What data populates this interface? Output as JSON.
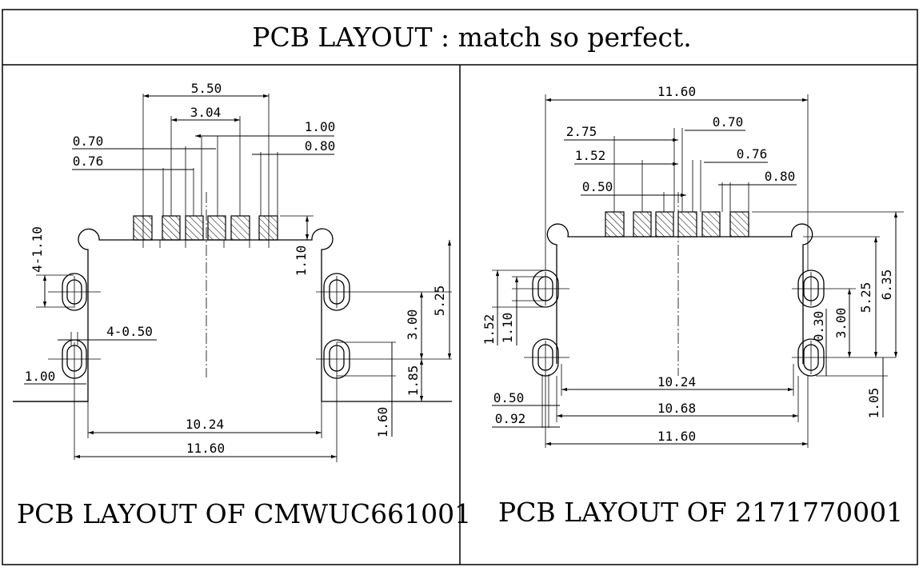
{
  "title": "PCB LAYOUT : match so perfect.",
  "left": {
    "caption": "PCB LAYOUT OF CMWUC661001",
    "dims": {
      "d550": "5.50",
      "d304": "3.04",
      "d100": "1.00",
      "d080": "0.80",
      "d070": "0.70",
      "d076": "0.76",
      "d4110": "4-1.10",
      "d110": "1.10",
      "d450": "4-0.50",
      "d100b": "1.00",
      "d525": "5.25",
      "d300": "3.00",
      "d185": "1.85",
      "d160": "1.60",
      "d1024": "10.24",
      "d1160": "11.60"
    }
  },
  "right": {
    "caption": "PCB LAYOUT OF 2171770001",
    "dims": {
      "d1160t": "11.60",
      "d275": "2.75",
      "d070": "0.70",
      "d152": "1.52",
      "d076": "0.76",
      "d050t": "0.50",
      "d080": "0.80",
      "d152v": "1.52",
      "d110v": "1.10",
      "d030": "0.30",
      "d300": "3.00",
      "d525": "5.25",
      "d635": "6.35",
      "d1024": "10.24",
      "d050": "0.50",
      "d1068": "10.68",
      "d092": "0.92",
      "d105": "1.05",
      "d1160b": "11.60"
    }
  }
}
